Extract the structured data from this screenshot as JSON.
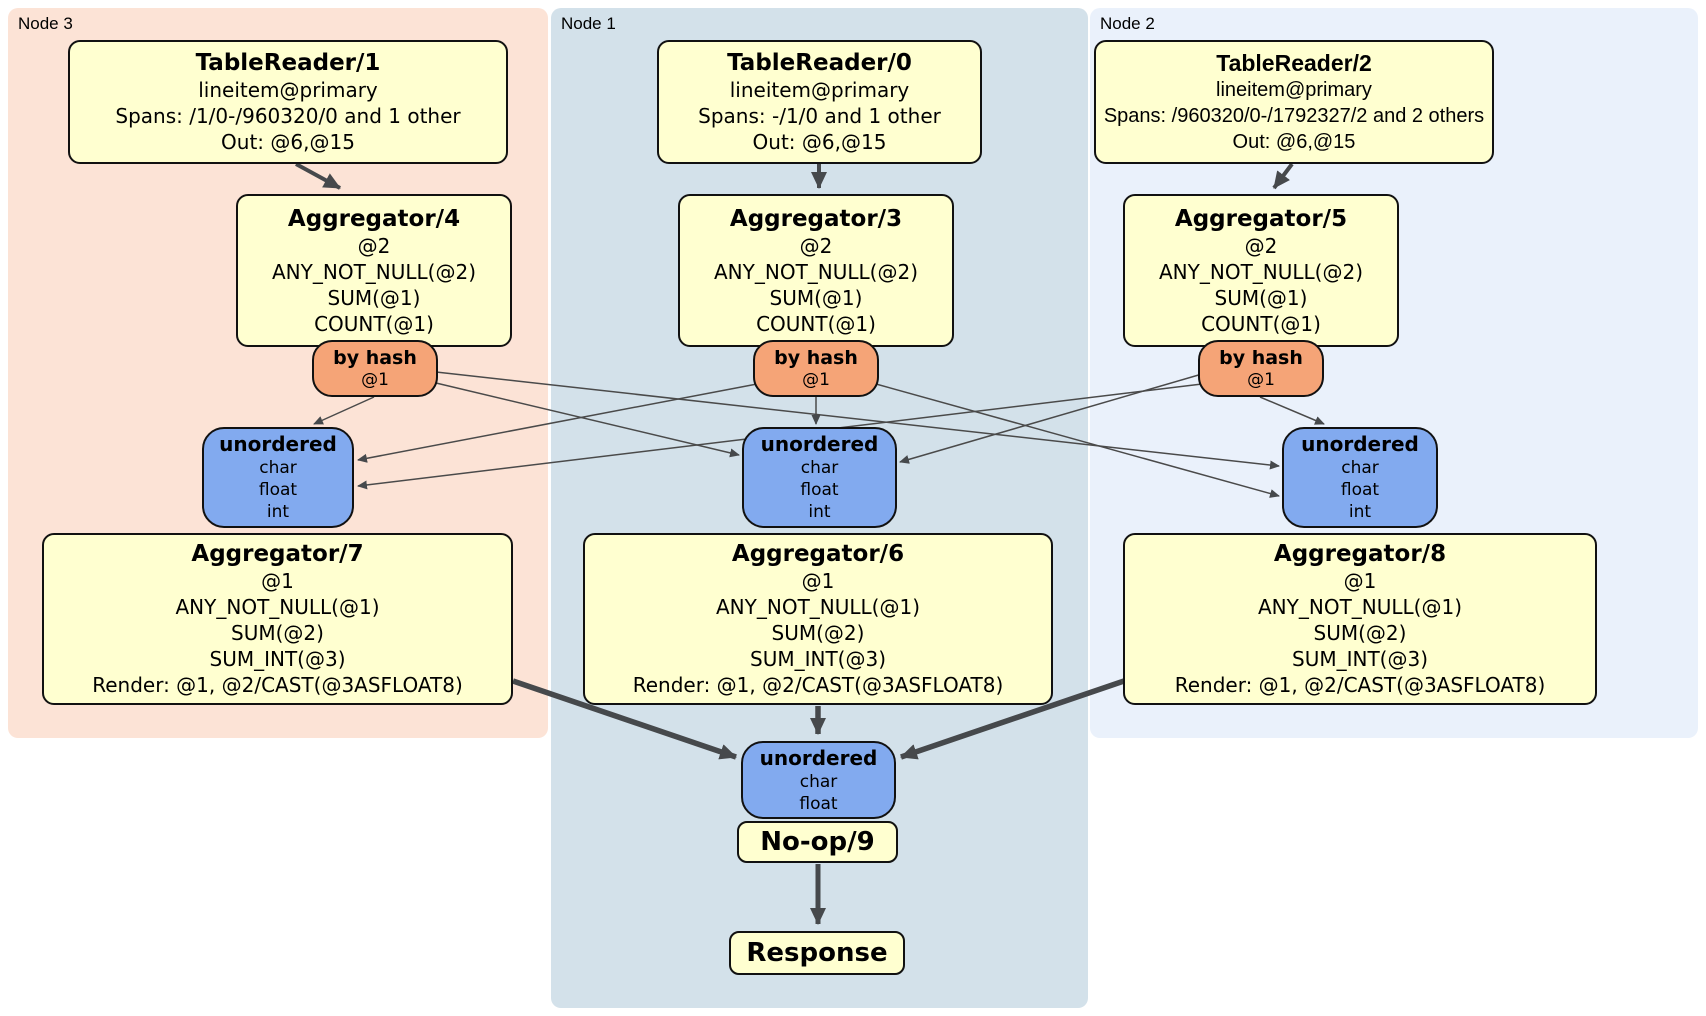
{
  "panels": {
    "node3": {
      "label": "Node 3"
    },
    "node1": {
      "label": "Node 1"
    },
    "node2": {
      "label": "Node 2"
    }
  },
  "nodes": {
    "node3": {
      "table_reader": {
        "title": "TableReader/1",
        "lines": [
          "lineitem@primary",
          "Spans: /1/0-/960320/0 and 1 other",
          "Out: @6,@15"
        ]
      },
      "aggregator_top": {
        "title": "Aggregator/4",
        "lines": [
          "@2",
          "ANY_NOT_NULL(@2)",
          "SUM(@1)",
          "COUNT(@1)"
        ]
      },
      "router": {
        "title": "by hash",
        "detail": "@1"
      },
      "sync": {
        "title": "unordered",
        "lines": [
          "char",
          "float",
          "int"
        ]
      },
      "aggregator_bottom": {
        "title": "Aggregator/7",
        "lines": [
          "@1",
          "ANY_NOT_NULL(@1)",
          "SUM(@2)",
          "SUM_INT(@3)",
          "Render: @1, @2/CAST(@3ASFLOAT8)"
        ]
      }
    },
    "node1": {
      "table_reader": {
        "title": "TableReader/0",
        "lines": [
          "lineitem@primary",
          "Spans: -/1/0 and 1 other",
          "Out: @6,@15"
        ]
      },
      "aggregator_top": {
        "title": "Aggregator/3",
        "lines": [
          "@2",
          "ANY_NOT_NULL(@2)",
          "SUM(@1)",
          "COUNT(@1)"
        ]
      },
      "router": {
        "title": "by hash",
        "detail": "@1"
      },
      "sync": {
        "title": "unordered",
        "lines": [
          "char",
          "float",
          "int"
        ]
      },
      "aggregator_bottom": {
        "title": "Aggregator/6",
        "lines": [
          "@1",
          "ANY_NOT_NULL(@1)",
          "SUM(@2)",
          "SUM_INT(@3)",
          "Render: @1, @2/CAST(@3ASFLOAT8)"
        ]
      }
    },
    "node2": {
      "table_reader": {
        "title": "TableReader/2",
        "lines": [
          "lineitem@primary",
          "Spans: /960320/0-/1792327/2 and 2 others",
          "Out: @6,@15"
        ]
      },
      "aggregator_top": {
        "title": "Aggregator/5",
        "lines": [
          "@2",
          "ANY_NOT_NULL(@2)",
          "SUM(@1)",
          "COUNT(@1)"
        ]
      },
      "router": {
        "title": "by hash",
        "detail": "@1"
      },
      "sync": {
        "title": "unordered",
        "lines": [
          "char",
          "float",
          "int"
        ]
      },
      "aggregator_bottom": {
        "title": "Aggregator/8",
        "lines": [
          "@1",
          "ANY_NOT_NULL(@1)",
          "SUM(@2)",
          "SUM_INT(@3)",
          "Render: @1, @2/CAST(@3ASFLOAT8)"
        ]
      }
    }
  },
  "final": {
    "sync": {
      "title": "unordered",
      "lines": [
        "char",
        "float"
      ]
    },
    "noop": {
      "title": "No-op/9"
    },
    "response": {
      "title": "Response"
    }
  },
  "colors": {
    "panel_node3": "#fce3d6",
    "panel_node1": "#d3e1ea",
    "panel_node2": "#eaf1fb",
    "processor_box": "#ffffd0",
    "router_box": "#f5a477",
    "sync_box": "#82aaef",
    "edge": "#46494c"
  }
}
